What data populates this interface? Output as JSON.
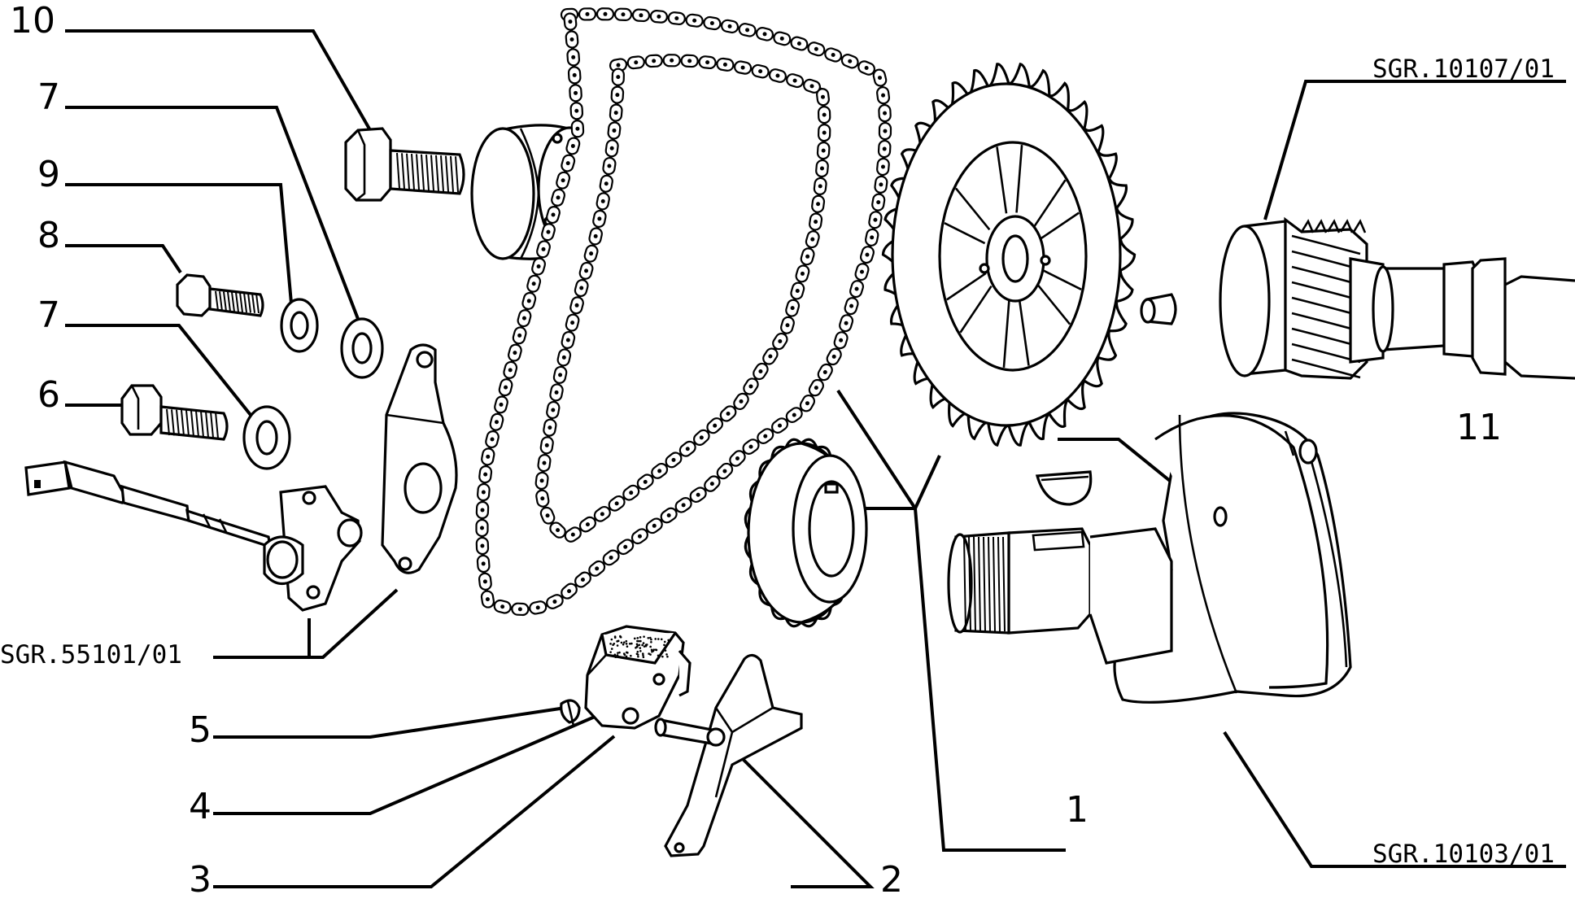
{
  "labels": {
    "l10": "10",
    "l7a": "7",
    "l9": "9",
    "l8": "8",
    "l7b": "7",
    "l6": "6",
    "l5": "5",
    "l4": "4",
    "l3": "3",
    "l2": "2",
    "l1": "1",
    "l11": "11"
  },
  "refs": {
    "sensor": "SGR.55101/01",
    "camshaft": "SGR.10107/01",
    "crankshaft": "SGR.10103/01"
  }
}
